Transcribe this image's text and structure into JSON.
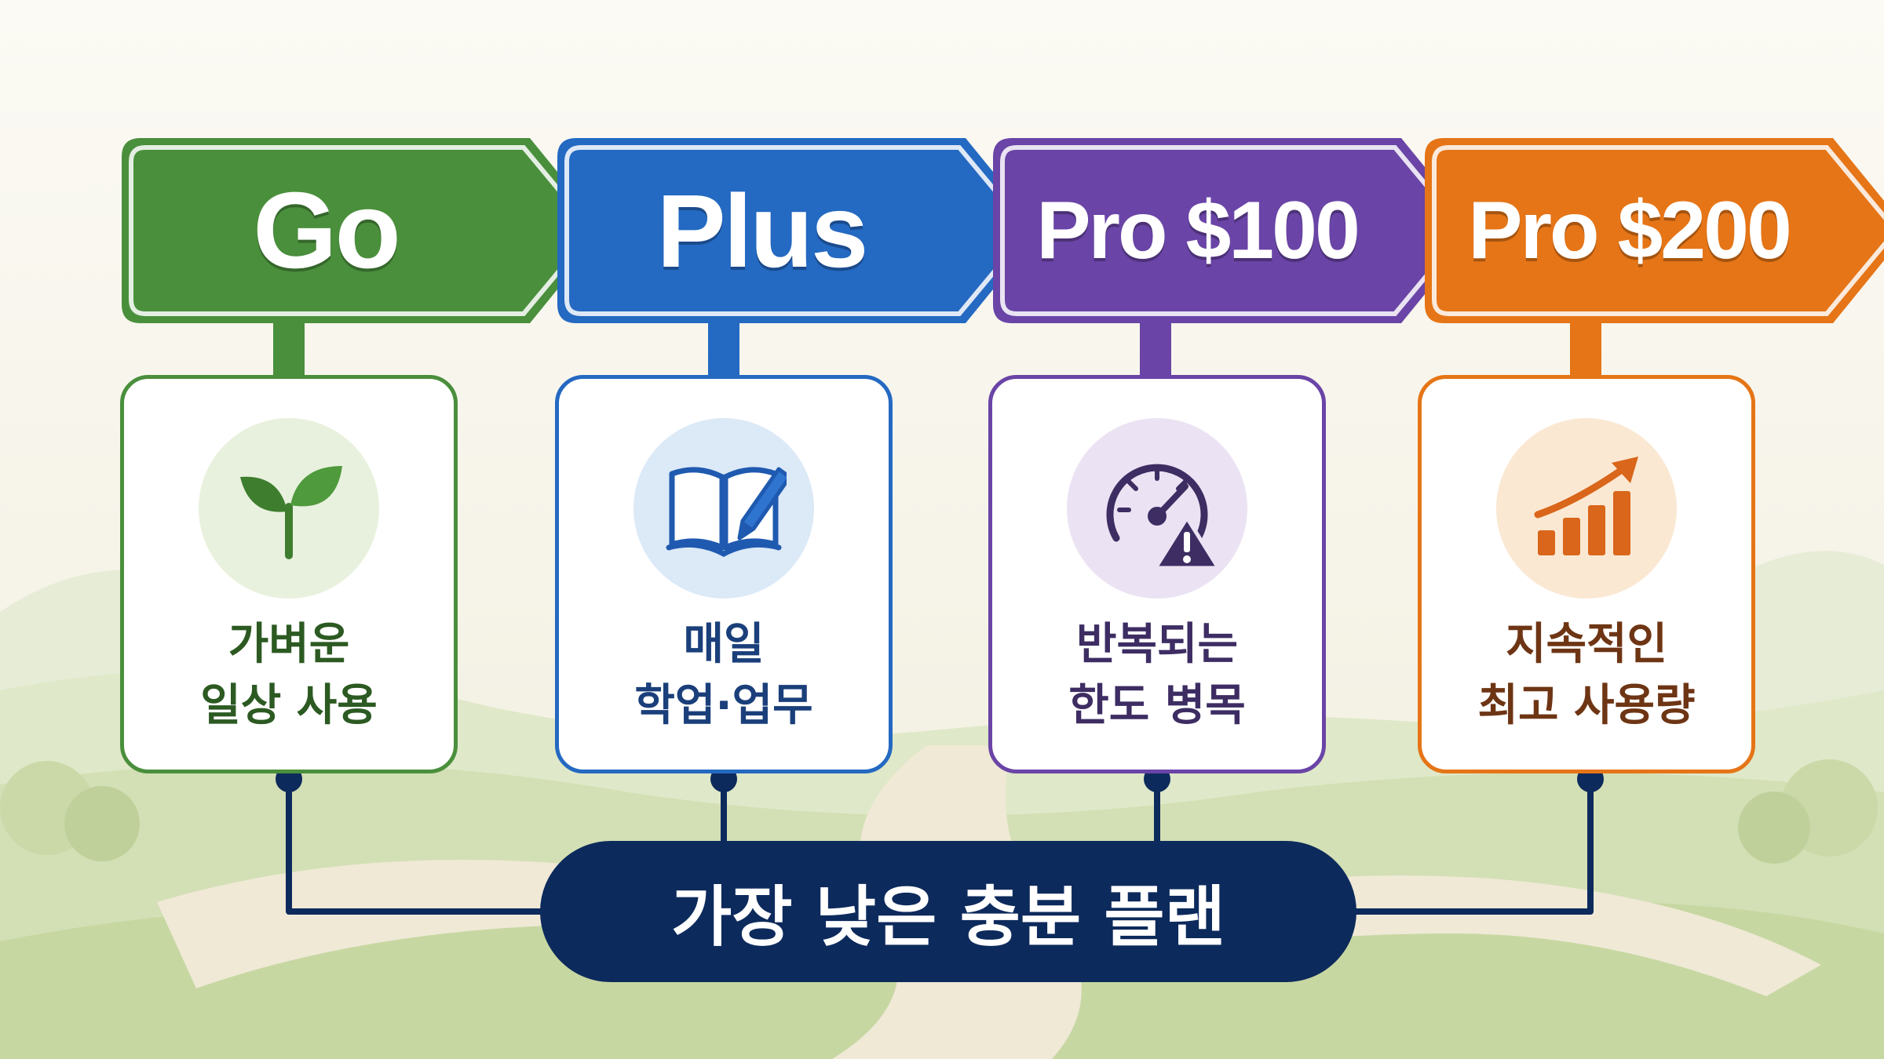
{
  "plans": [
    {
      "name": "Go",
      "color": "#4a8f3c",
      "light": "#e8f1dd",
      "text_color": "#2c5a22",
      "icon": "sprout-icon",
      "desc_line1": "가벼운",
      "desc_line2": "일상 사용"
    },
    {
      "name": "Plus",
      "color": "#2469c2",
      "light": "#dce9f7",
      "text_color": "#1a3f7a",
      "icon": "book-pen-icon",
      "desc_line1": "매일",
      "desc_line2": "학업·업무"
    },
    {
      "name": "Pro $100",
      "color": "#6a44a6",
      "light": "#ebe3f3",
      "text_color": "#3d2d63",
      "icon": "gauge-warning-icon",
      "desc_line1": "반복되는",
      "desc_line2": "한도 병목"
    },
    {
      "name": "Pro $200",
      "color": "#e57517",
      "light": "#fbe8d3",
      "text_color": "#6e3514",
      "icon": "growth-chart-icon",
      "desc_line1": "지속적인",
      "desc_line2": "최고 사용량"
    }
  ],
  "banner": {
    "text": "가장 낮은 충분 플랜",
    "color": "#0d2a5c"
  },
  "arrow_color": "#8c8c8c"
}
